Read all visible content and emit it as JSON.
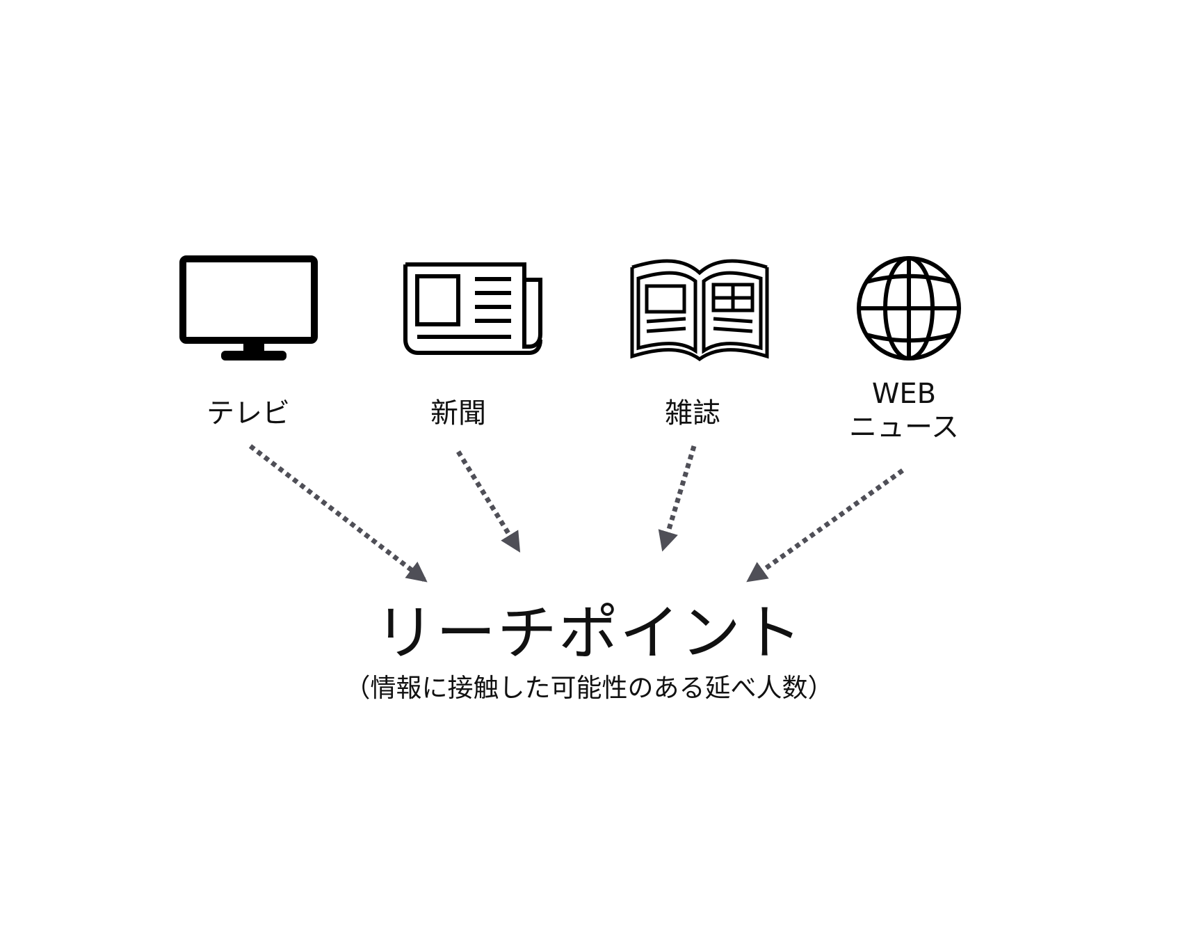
{
  "media": [
    {
      "id": "tv",
      "label": "テレビ",
      "icon": "television-icon"
    },
    {
      "id": "newspaper",
      "label": "新聞",
      "icon": "newspaper-icon"
    },
    {
      "id": "magazine",
      "label": "雑誌",
      "icon": "open-magazine-icon"
    },
    {
      "id": "web",
      "label_line1": "WEB",
      "label_line2": "ニュース",
      "icon": "globe-icon"
    }
  ],
  "result": {
    "title": "リーチポイント",
    "subtitle": "（情報に接触した可能性のある延べ人数）"
  },
  "colors": {
    "icon": "#000000",
    "arrow": "#4f4f57",
    "text": "#111111",
    "background": "#ffffff"
  }
}
